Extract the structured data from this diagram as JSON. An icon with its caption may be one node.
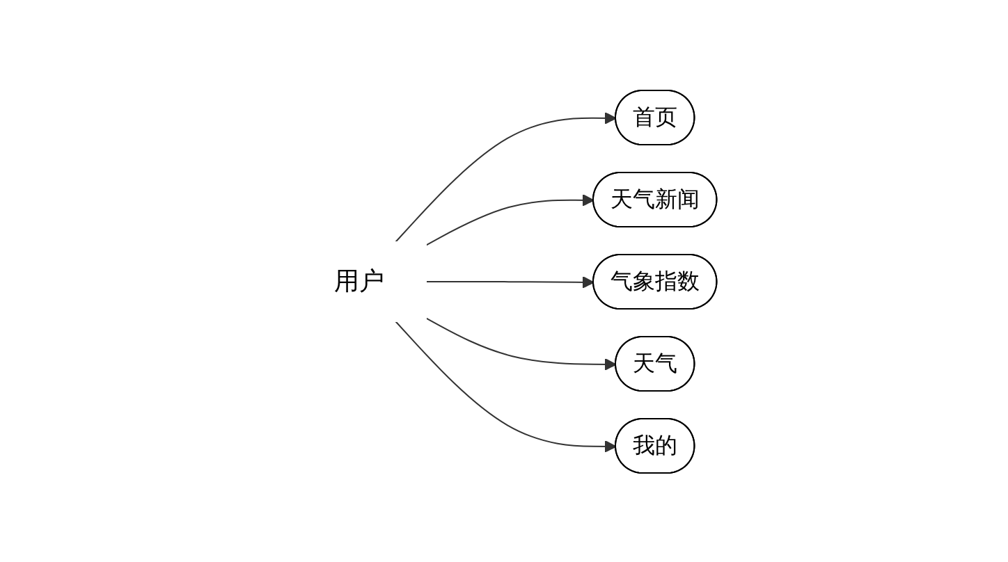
{
  "diagram": {
    "nodes": [
      {
        "text": [
          "用户"
        ]
      },
      {
        "text": [
          "首页"
        ]
      },
      {
        "text": [
          "天气新闻"
        ]
      },
      {
        "text": [
          "气象指数"
        ]
      },
      {
        "text": [
          "天气"
        ]
      },
      {
        "text": [
          "我的"
        ]
      }
    ],
    "edges": [
      {
        "from": 0,
        "to": 1,
        "arrow": "to"
      },
      {
        "from": 0,
        "to": 2,
        "arrow": "to"
      },
      {
        "from": 0,
        "to": 3,
        "arrow": "to"
      },
      {
        "from": 0,
        "to": 4,
        "arrow": "to"
      },
      {
        "from": 0,
        "to": 5,
        "arrow": "to"
      }
    ]
  }
}
